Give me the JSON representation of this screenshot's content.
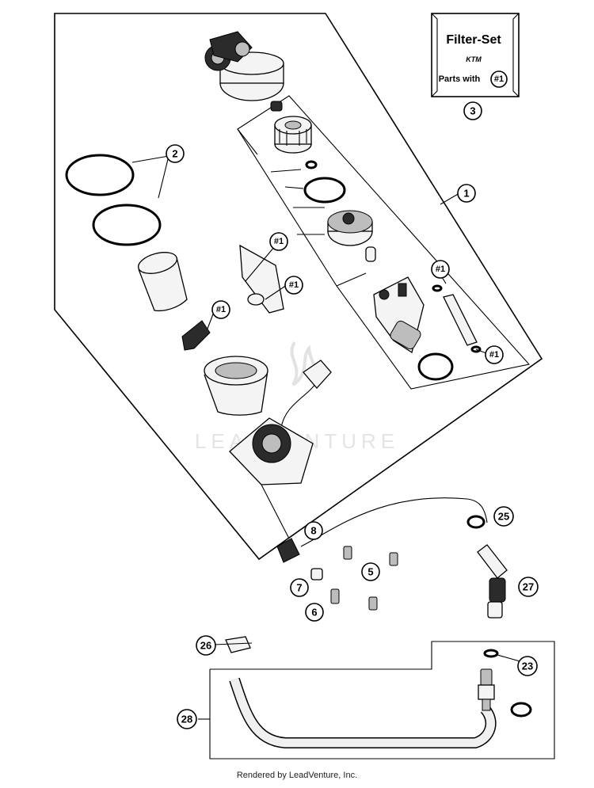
{
  "kit": {
    "title": "Filter-Set",
    "brand": "KTM",
    "parts_with": "Parts with",
    "ref": "#1"
  },
  "watermark": "LEADVENTURE",
  "callouts": {
    "c1": "1",
    "c2": "2",
    "c3": "3",
    "c5": "5",
    "c6": "6",
    "c7": "7",
    "c8": "8",
    "c23": "23",
    "c25": "25",
    "c26": "26",
    "c27": "27",
    "c28": "28"
  },
  "refs": {
    "r": "#1"
  },
  "footer": "Rendered by LeadVenture, Inc."
}
